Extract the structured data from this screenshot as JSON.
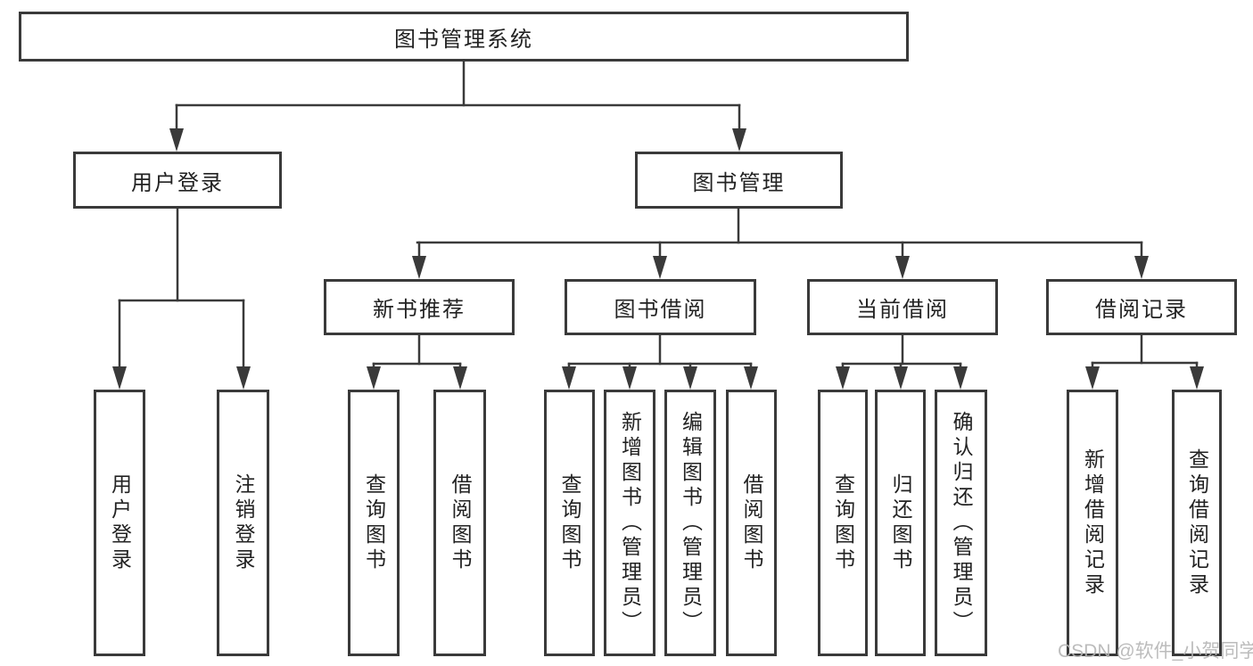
{
  "diagram": {
    "title": "图书管理系统",
    "branches": [
      {
        "label": "用户登录",
        "children": [
          "用户登录",
          "注销登录"
        ]
      },
      {
        "label": "图书管理",
        "sections": [
          {
            "label": "新书推荐",
            "children": [
              "查询图书",
              "借阅图书"
            ]
          },
          {
            "label": "图书借阅",
            "children": [
              "查询图书",
              "新增图书（管理员）",
              "编辑图书（管理员）",
              "借阅图书"
            ]
          },
          {
            "label": "当前借阅",
            "children": [
              "查询图书",
              "归还图书",
              "确认归还（管理员）"
            ]
          },
          {
            "label": "借阅记录",
            "children": [
              "新增借阅记录",
              "查询借阅记录"
            ]
          }
        ]
      }
    ]
  },
  "watermark": {
    "text": "CSDN @软件_小贺同学"
  },
  "colors": {
    "line": "#3a3a3a",
    "text": "#222222",
    "background": "#ffffff",
    "watermark": "#b5b5b5"
  }
}
